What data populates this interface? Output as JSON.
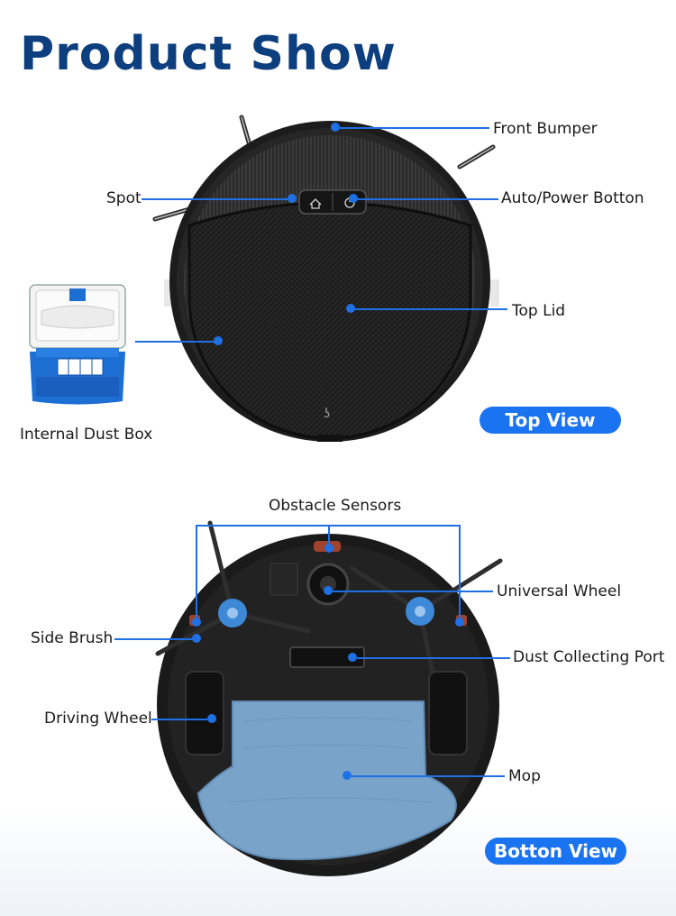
{
  "title": "Product Show",
  "top_view": {
    "badge": "Top View",
    "labels": {
      "front_bumper": "Front Bumper",
      "spot": "Spot",
      "auto_power": "Auto/Power Botton",
      "top_lid": "Top Lid",
      "internal_dust_box": "Internal Dust Box"
    }
  },
  "bottom_view": {
    "badge": "Botton View",
    "labels": {
      "obstacle_sensors": "Obstacle Sensors",
      "universal_wheel": "Universal Wheel",
      "side_brush": "Side Brush",
      "dust_collecting_port": "Dust Collecting Port",
      "driving_wheel": "Driving Wheel",
      "mop": "Mop"
    }
  },
  "colors": {
    "accent": "#1f6fe5",
    "title": "#0d3f7e",
    "badge": "#1a73f0",
    "mop": "#7aa3c9",
    "dust_box": "#1e6fd4"
  }
}
